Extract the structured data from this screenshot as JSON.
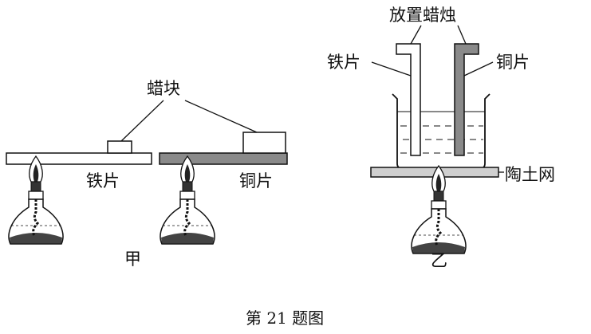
{
  "left_figure": {
    "wax_label": "蜡块",
    "iron_label": "铁片",
    "copper_label": "铜片",
    "caption": "甲"
  },
  "right_figure": {
    "candle_label": "放置蜡烛",
    "iron_label": "铁片",
    "copper_label": "铜片",
    "gauze_label": "陶土网",
    "caption": "乙"
  },
  "figure_caption": "第 21 题图",
  "colors": {
    "copper": "#8a8a8a",
    "stroke": "#111111"
  }
}
